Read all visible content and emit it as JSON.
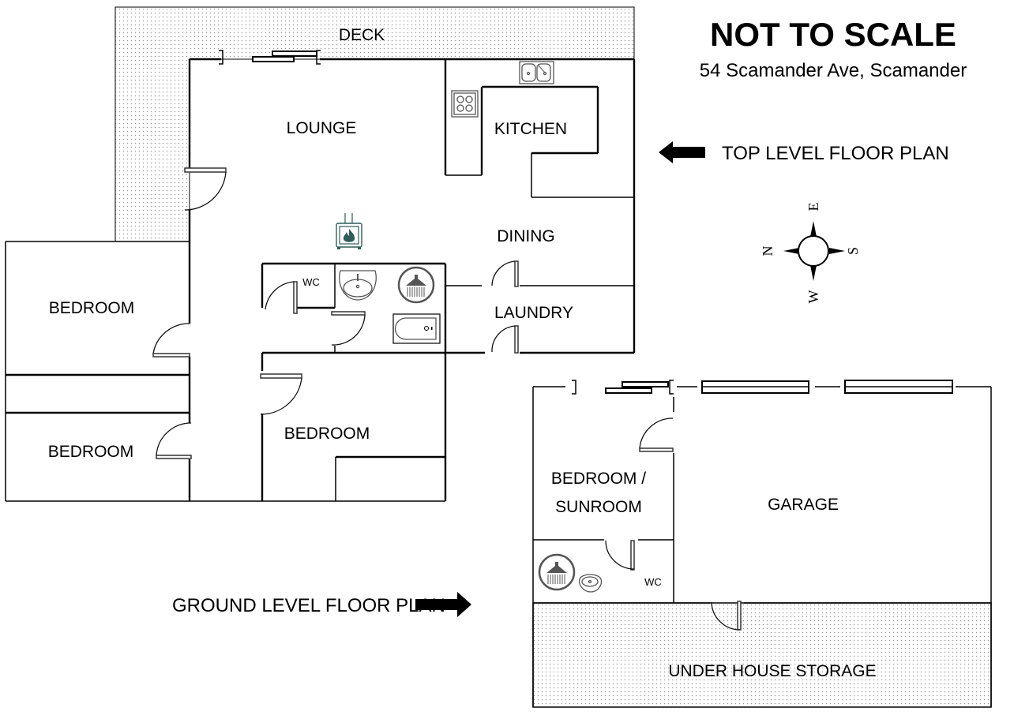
{
  "header": {
    "title": "NOT TO SCALE",
    "address": "54 Scamander Ave, Scamander"
  },
  "legend": {
    "top_level_label": "TOP LEVEL FLOOR PLAN",
    "ground_level_label": "GROUND LEVEL FLOOR PLAN"
  },
  "compass": {
    "north": "N",
    "east": "E",
    "south": "S",
    "west": "W"
  },
  "top_level": {
    "rooms": {
      "deck": "DECK",
      "lounge": "LOUNGE",
      "kitchen": "KITCHEN",
      "dining": "DINING",
      "laundry": "LAUNDRY",
      "wc": "WC",
      "bedroom_1": "BEDROOM",
      "bedroom_2": "BEDROOM",
      "bedroom_3": "BEDROOM"
    },
    "fixtures": [
      "stove-icon",
      "double-sink-icon",
      "wood-heater-icon",
      "basin-icon",
      "shower-icon",
      "bathtub-icon"
    ]
  },
  "ground_level": {
    "rooms": {
      "bedroom_sunroom_line1": "BEDROOM /",
      "bedroom_sunroom_line2": "SUNROOM",
      "garage": "GARAGE",
      "wc": "WC",
      "storage": "UNDER HOUSE STORAGE"
    },
    "fixtures": [
      "shower-icon",
      "basin-icon"
    ]
  },
  "colors": {
    "wall": "#000000",
    "heater": "#2f5d5a",
    "fixture_gray": "#555555",
    "hatch_dot": "#9a9a9a"
  }
}
